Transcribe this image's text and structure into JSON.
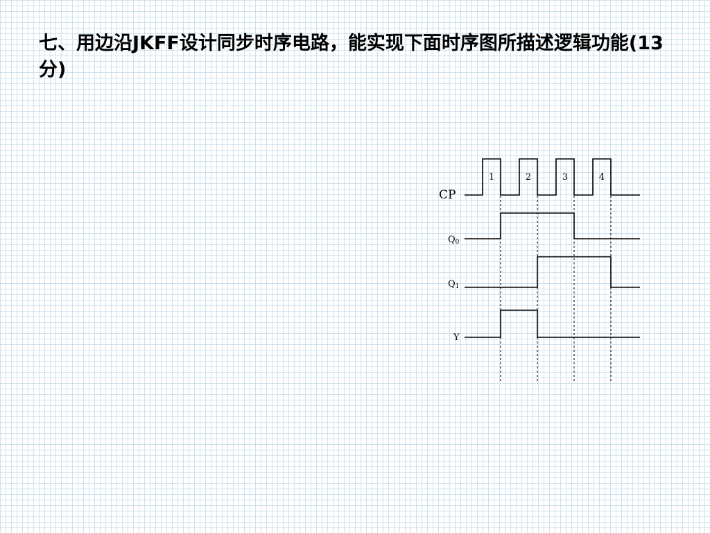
{
  "slide": {
    "title": "七、用边沿JKFF设计同步时序电路，能实现下面时序图所描述逻辑功能(13分)"
  },
  "diagram": {
    "signals": {
      "cp": {
        "label": "CP"
      },
      "q0": {
        "label": "Q",
        "subscript": "0"
      },
      "q1": {
        "label": "Q",
        "subscript": "1"
      },
      "y": {
        "label": "Y"
      }
    },
    "pulse_numbers": [
      "1",
      "2",
      "3",
      "4"
    ]
  }
}
